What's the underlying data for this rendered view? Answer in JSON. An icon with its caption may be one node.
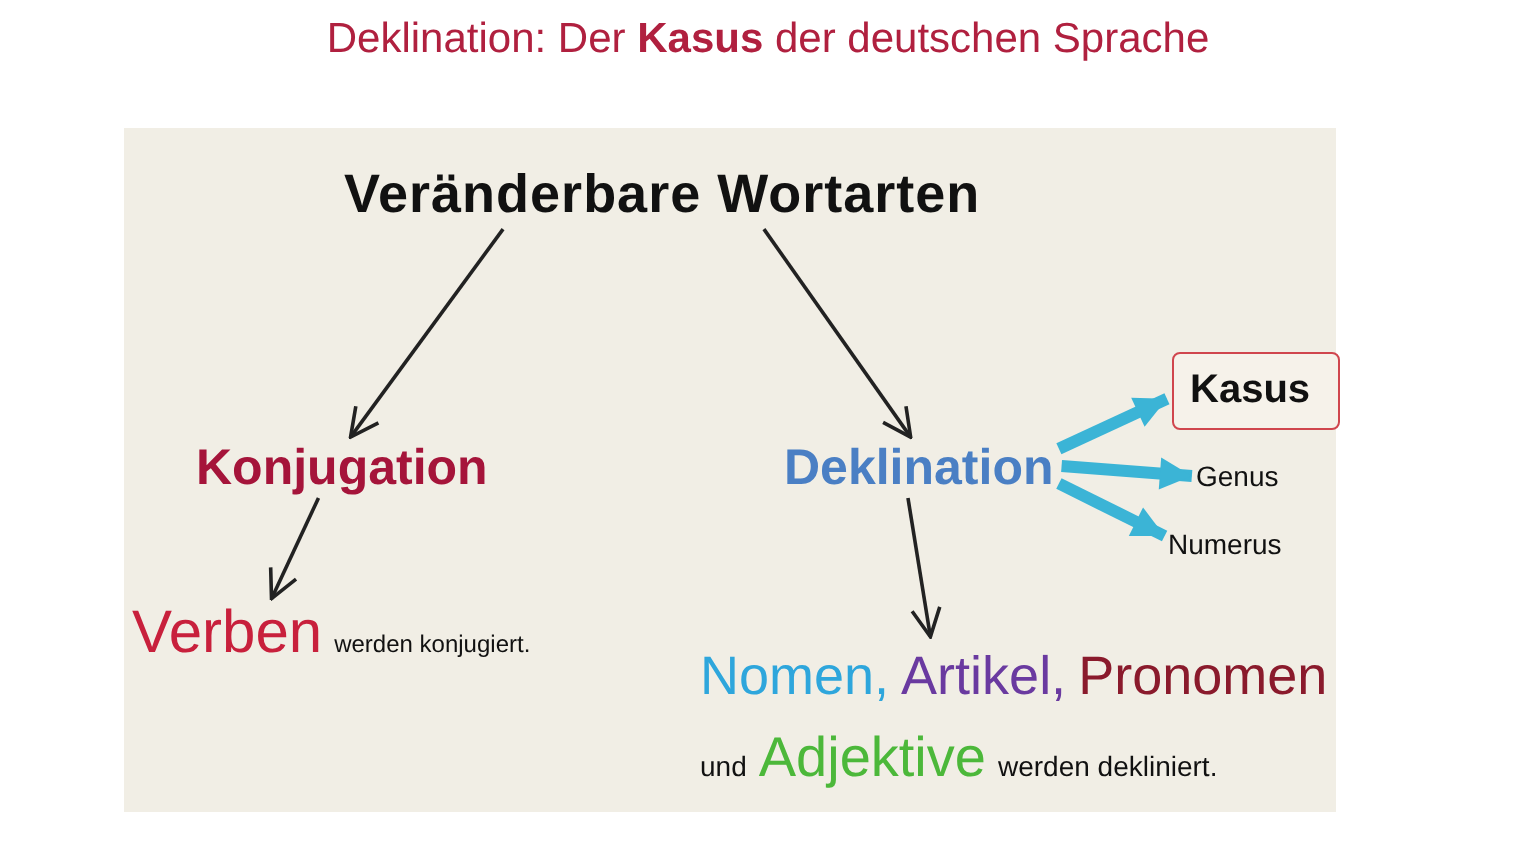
{
  "diagram": {
    "title": "Deklination: Der **Kasus** der deutschen Sprache",
    "nodes": [
      {
        "text": [
          "Veränderbare Wortarten"
        ]
      },
      {
        "text": [
          "Konjugation"
        ]
      },
      {
        "text": [
          "Deklination"
        ]
      },
      {
        "text": [
          "Kasus"
        ]
      },
      {
        "text": [
          "Genus"
        ]
      },
      {
        "text": [
          "Numerus"
        ]
      },
      {
        "text": [
          "Verben",
          "werden konjugiert."
        ]
      },
      {
        "text": [
          "Nomen,",
          "Artikel,",
          "Pronomen",
          "und",
          "Adjektive",
          "werden dekliniert."
        ]
      }
    ],
    "edges": [
      {
        "from": 0,
        "to": 1,
        "arrow": "to"
      },
      {
        "from": 0,
        "to": 2,
        "arrow": "to"
      },
      {
        "from": 2,
        "to": 3,
        "arrow": "to",
        "style": "thick",
        "color": "#3bb4d6"
      },
      {
        "from": 2,
        "to": 4,
        "arrow": "to",
        "style": "thick",
        "color": "#3bb4d6"
      },
      {
        "from": 2,
        "to": 5,
        "arrow": "to",
        "style": "thick",
        "color": "#3bb4d6"
      },
      {
        "from": 1,
        "to": 6,
        "arrow": "to"
      },
      {
        "from": 2,
        "to": 7,
        "arrow": "to"
      }
    ]
  }
}
